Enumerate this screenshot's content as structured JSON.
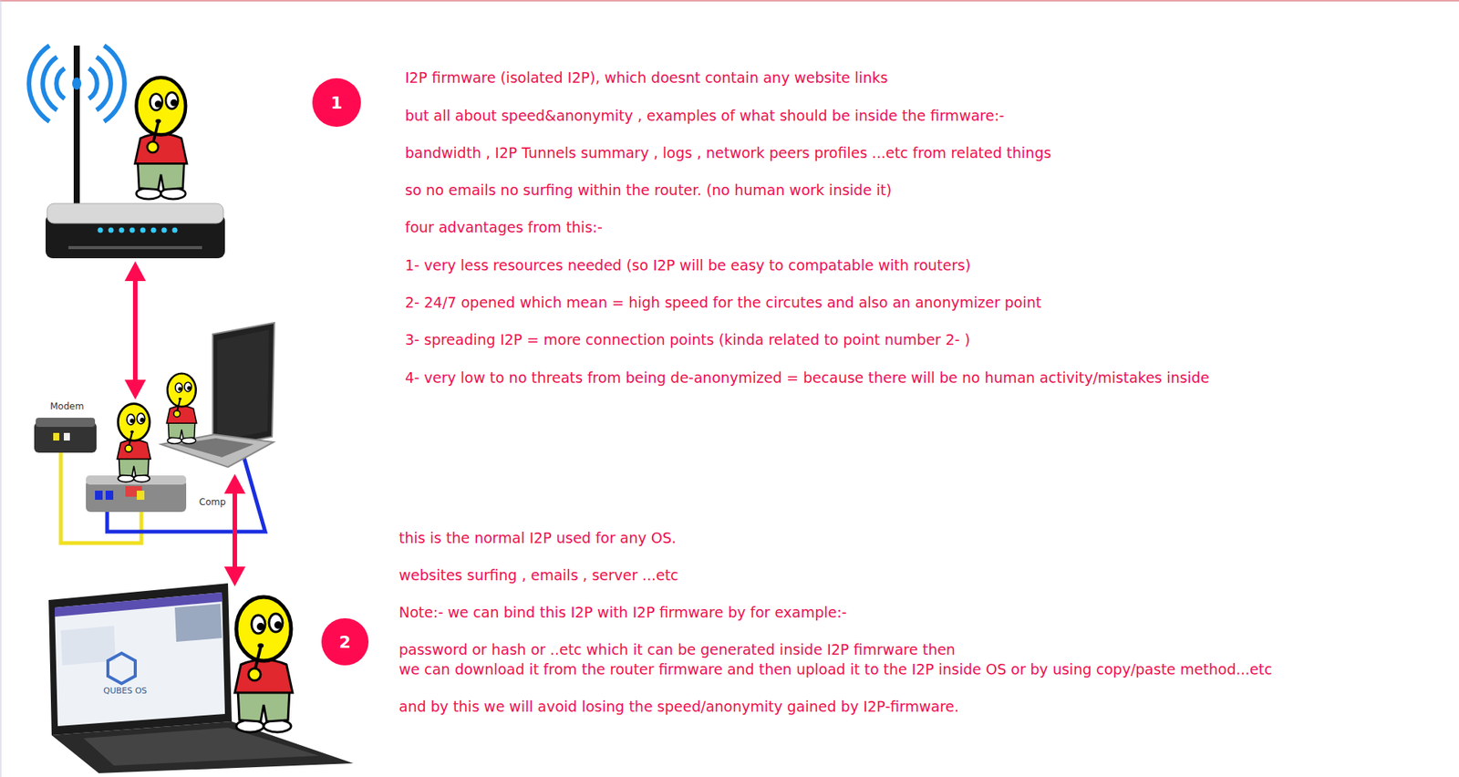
{
  "diagram": {
    "labels": [
      "1",
      "I2P firmware (isolated I2P), which doesnt contain any website links",
      "but all about speed&anonymity , examples of what should be inside the firmware:-",
      "bandwidth , I2P Tunnels summary , logs , network peers profiles ...etc from related things",
      "so no emails no surfing within the router. (no human work inside it)",
      "four advantages from this:-",
      "1- very less resources needed (so I2P will be easy to compatable with routers)",
      "2- 24/7 opened which mean = high speed for the circutes and also an anonymizer point",
      "3- spreading I2P = more connection points (kinda related to point number 2- )",
      "4- very low to no threats from being de-anonymized = because there will be no human activity/mistakes inside",
      "Modem",
      "Comp",
      "this is the normal I2P used for any OS.",
      "websites surfing , emails , server ...etc",
      "Note:- we can bind this I2P with I2P firmware by for example:-",
      "password or hash or ..etc which it can be generated inside I2P fimrware then",
      "we can download it from the router firmware and then upload it to the I2P inside OS or by using copy/paste method...etc",
      "and by this we will avoid losing the speed/anonymity gained by I2P-firmware.",
      "2",
      "QUBES OS"
    ]
  }
}
